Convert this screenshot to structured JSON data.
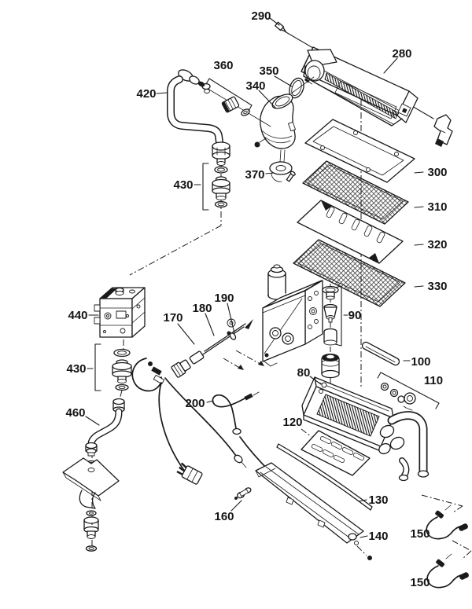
{
  "diagram": {
    "kind": "exploded-parts-diagram",
    "background": "#ffffff",
    "ink": "#1a1a1a",
    "callouts": [
      {
        "label": "290"
      },
      {
        "label": "280"
      },
      {
        "label": "360"
      },
      {
        "label": "350"
      },
      {
        "label": "340"
      },
      {
        "label": "420"
      },
      {
        "label": "370"
      },
      {
        "label": "430"
      },
      {
        "label": "300"
      },
      {
        "label": "310"
      },
      {
        "label": "320"
      },
      {
        "label": "330"
      },
      {
        "label": "190"
      },
      {
        "label": "180"
      },
      {
        "label": "170"
      },
      {
        "label": "90"
      },
      {
        "label": "440"
      },
      {
        "label": "430"
      },
      {
        "label": "460"
      },
      {
        "label": "80"
      },
      {
        "label": "100"
      },
      {
        "label": "110"
      },
      {
        "label": "200"
      },
      {
        "label": "120"
      },
      {
        "label": "130"
      },
      {
        "label": "160"
      },
      {
        "label": "140"
      },
      {
        "label": "150"
      },
      {
        "label": "150"
      }
    ]
  }
}
